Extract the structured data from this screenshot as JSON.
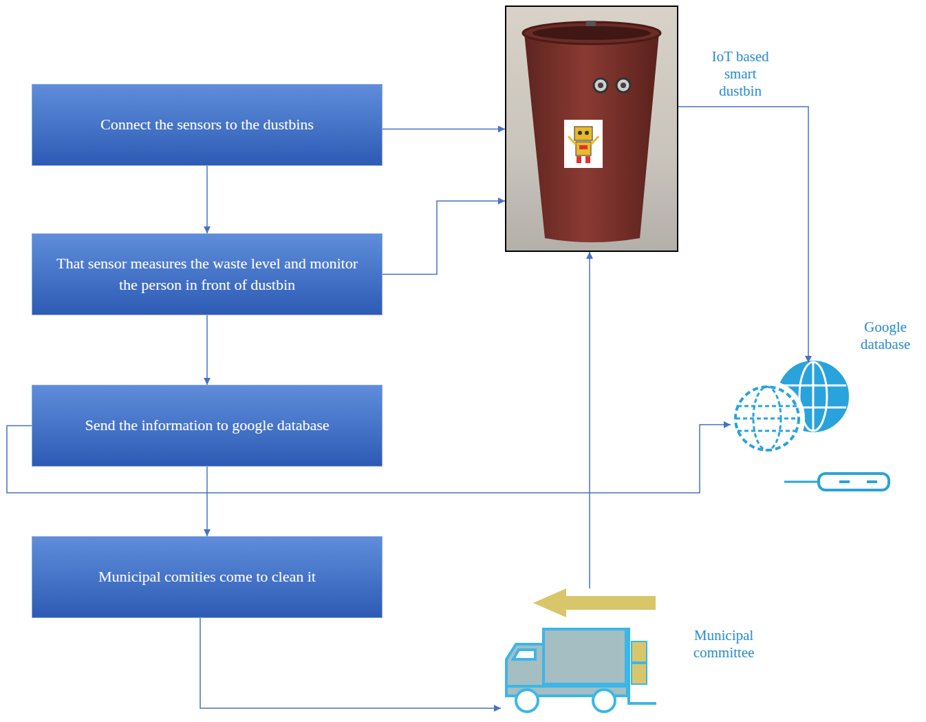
{
  "diagram": {
    "nodes": [
      {
        "text": [
          "Connect the sensors to the dustbins"
        ]
      },
      {
        "text": [
          "That sensor measures the waste level and monitor the person in front of dustbin"
        ]
      },
      {
        "text": [
          "Send the information to google database"
        ]
      },
      {
        "text": [
          "Municipal comities come to clean it"
        ]
      },
      {
        "text": [
          "IoT based smart dustbin"
        ]
      },
      {
        "text": [
          "Google database"
        ]
      },
      {
        "text": [
          "Municipal committee"
        ]
      }
    ],
    "edges": [
      {
        "from": 0,
        "to": 1,
        "arrow": "to"
      },
      {
        "from": 1,
        "to": 2,
        "arrow": "to"
      },
      {
        "from": 2,
        "to": 3,
        "arrow": "to"
      },
      {
        "from": 0,
        "to": 4,
        "arrow": "to"
      },
      {
        "from": 1,
        "to": 4,
        "arrow": "to"
      },
      {
        "from": 4,
        "to": 5,
        "arrow": "to"
      },
      {
        "from": 2,
        "to": 5,
        "arrow": "to"
      },
      {
        "from": 3,
        "to": 6,
        "arrow": "to"
      },
      {
        "from": 6,
        "to": 4,
        "arrow": "to"
      }
    ]
  }
}
